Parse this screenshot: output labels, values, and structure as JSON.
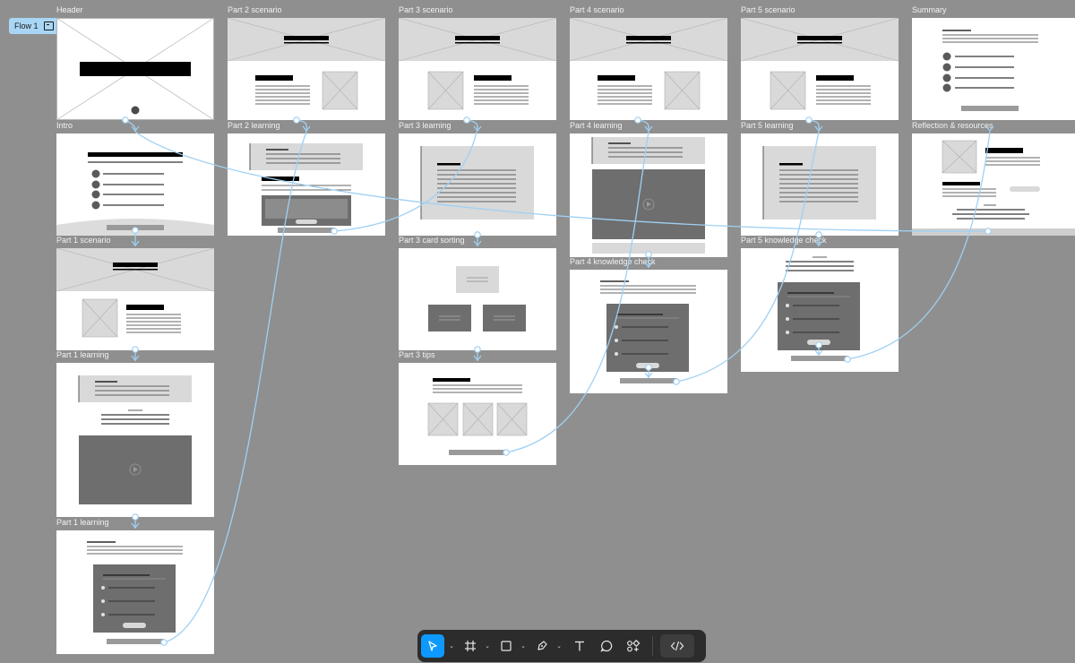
{
  "flow": {
    "label": "Flow 1",
    "icon": "flow-start-icon"
  },
  "frames": [
    {
      "id": "header",
      "label": "Header"
    },
    {
      "id": "part2-scenario",
      "label": "Part 2 scenario"
    },
    {
      "id": "part3-scenario",
      "label": "Part 3 scenario"
    },
    {
      "id": "part4-scenario",
      "label": "Part 4 scenario"
    },
    {
      "id": "part5-scenario",
      "label": "Part 5 scenario"
    },
    {
      "id": "summary",
      "label": "Summary"
    },
    {
      "id": "intro",
      "label": "Intro"
    },
    {
      "id": "part2-learning",
      "label": "Part 2 learning"
    },
    {
      "id": "part3-learning",
      "label": "Part 3 learning"
    },
    {
      "id": "part4-learning",
      "label": "Part 4 learning"
    },
    {
      "id": "part5-learning",
      "label": "Part 5 learning"
    },
    {
      "id": "reflection",
      "label": "Reflection & resources"
    },
    {
      "id": "part1-scenario",
      "label": "Part 1 scenario"
    },
    {
      "id": "part3-card-sorting",
      "label": "Part 3 card sorting"
    },
    {
      "id": "part5-knowledge-check",
      "label": "Part 5 knowledge check"
    },
    {
      "id": "part4-knowledge-check",
      "label": "Part 4 knowledge check"
    },
    {
      "id": "part1-learning-a",
      "label": "Part 1 learning"
    },
    {
      "id": "part3-tips",
      "label": "Part 3 tips"
    },
    {
      "id": "part1-learning-b",
      "label": "Part 1 learning"
    }
  ],
  "toolbar": {
    "tools": [
      {
        "id": "move",
        "icon": "cursor-icon",
        "active": true,
        "caret": true
      },
      {
        "id": "frame",
        "icon": "frame-icon",
        "active": false,
        "caret": true
      },
      {
        "id": "shape",
        "icon": "rectangle-icon",
        "active": false,
        "caret": true
      },
      {
        "id": "pen",
        "icon": "pen-icon",
        "active": false,
        "caret": true
      },
      {
        "id": "text",
        "icon": "text-icon",
        "active": false,
        "caret": false
      },
      {
        "id": "comment",
        "icon": "comment-icon",
        "active": false,
        "caret": false
      },
      {
        "id": "actions",
        "icon": "actions-icon",
        "active": false,
        "caret": false
      },
      {
        "id": "dev-mode",
        "icon": "code-icon",
        "active": false,
        "caret": false
      }
    ]
  },
  "colors": {
    "canvas": "#8f8f8f",
    "wire": "#9fd0f3",
    "accent": "#0d99ff",
    "toolbar": "#2c2c2c"
  }
}
